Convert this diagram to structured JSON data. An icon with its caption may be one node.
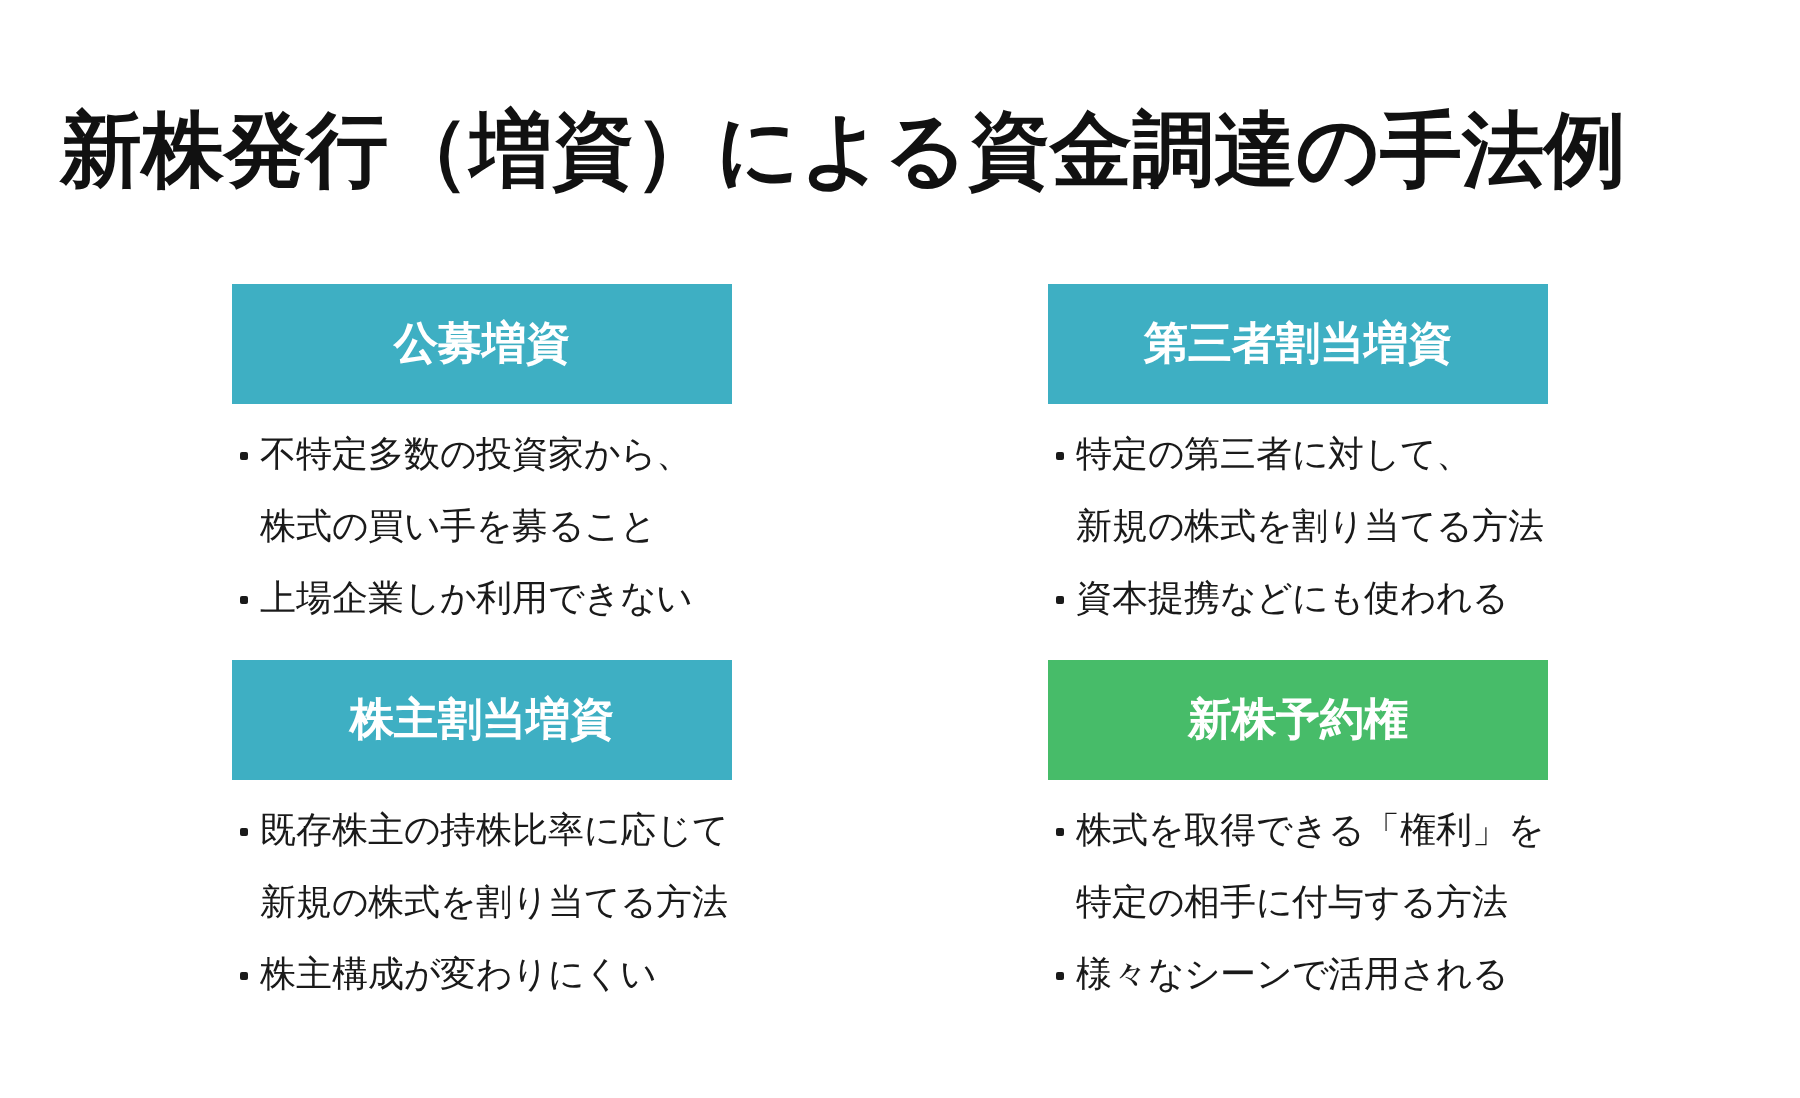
{
  "diagram": {
    "title": "新株発行（増資）による資金調達の手法例",
    "nodes": [
      {
        "text": [
          "公募増資"
        ],
        "beside": [
          "不特定多数の投資家から、株式の買い手を募ること",
          "上場企業しか利用できない"
        ]
      },
      {
        "text": [
          "第三者割当増資"
        ],
        "beside": [
          "特定の第三者に対して、新規の株式を割り当てる方法",
          "資本提携などにも使われる"
        ]
      },
      {
        "text": [
          "株主割当増資"
        ],
        "beside": [
          "既存株主の持株比率に応じて新規の株式を割り当てる方法",
          "株主構成が変わりにくい"
        ]
      },
      {
        "text": [
          "新株予約権"
        ],
        "beside": [
          "株式を取得できる「権利」を特定の相手に付与する方法",
          "様々なシーンで活用される"
        ]
      }
    ]
  }
}
